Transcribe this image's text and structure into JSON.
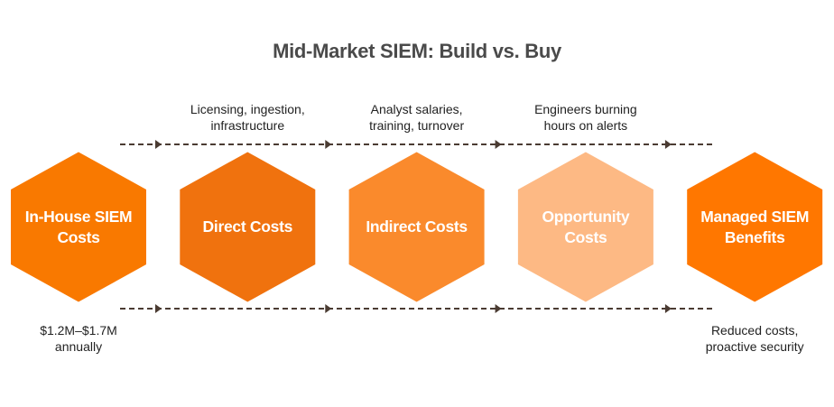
{
  "title": "Mid-Market SIEM: Build vs. Buy",
  "steps": [
    {
      "label_line1": "In-House SIEM",
      "label_line2": "Costs",
      "note_line1": "$1.2M–$1.7M",
      "note_line2": "annually",
      "note_position": "below",
      "color": "#F97900"
    },
    {
      "label_line1": "Direct Costs",
      "label_line2": "",
      "note_line1": "Licensing, ingestion,",
      "note_line2": "infrastructure",
      "note_position": "above",
      "color": "#F0720E"
    },
    {
      "label_line1": "Indirect Costs",
      "label_line2": "",
      "note_line1": "Analyst salaries,",
      "note_line2": "training, turnover",
      "note_position": "above",
      "color": "#FA8A2C"
    },
    {
      "label_line1": "Opportunity",
      "label_line2": "Costs",
      "note_line1": "Engineers burning",
      "note_line2": "hours on alerts",
      "note_position": "above",
      "color": "#FDB984"
    },
    {
      "label_line1": "Managed SIEM",
      "label_line2": "Benefits",
      "note_line1": "Reduced costs,",
      "note_line2": "proactive security",
      "note_position": "below",
      "color": "#FF7700"
    }
  ],
  "connector_color": "#4A3B32"
}
